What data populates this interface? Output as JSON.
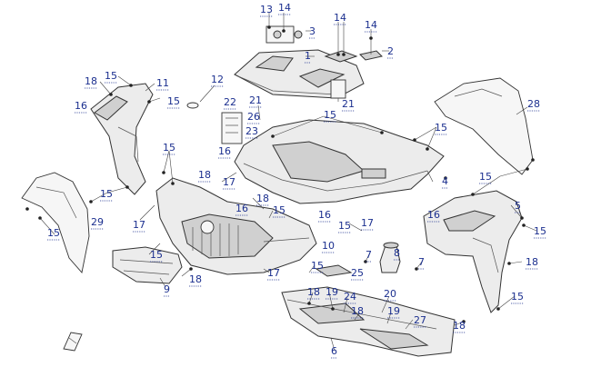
{
  "diagram": {
    "type": "exploded-parts-diagram",
    "colors": {
      "callout": "#1b2f8f",
      "line": "#333333",
      "fill": "#ececec"
    },
    "callouts": [
      {
        "id": "c13",
        "label": "13"
      },
      {
        "id": "c14a",
        "label": "14"
      },
      {
        "id": "c3",
        "label": "3"
      },
      {
        "id": "c14b",
        "label": "14"
      },
      {
        "id": "c14c",
        "label": "14"
      },
      {
        "id": "c2",
        "label": "2"
      },
      {
        "id": "c1",
        "label": "1"
      },
      {
        "id": "c12",
        "label": "12"
      },
      {
        "id": "c18a",
        "label": "18"
      },
      {
        "id": "c15a",
        "label": "15"
      },
      {
        "id": "c11",
        "label": "11"
      },
      {
        "id": "c16a",
        "label": "16"
      },
      {
        "id": "c15b",
        "label": "15"
      },
      {
        "id": "c22",
        "label": "22"
      },
      {
        "id": "c21a",
        "label": "21"
      },
      {
        "id": "c21b",
        "label": "21"
      },
      {
        "id": "c26",
        "label": "26"
      },
      {
        "id": "c15c",
        "label": "15"
      },
      {
        "id": "c28",
        "label": "28"
      },
      {
        "id": "c23",
        "label": "23"
      },
      {
        "id": "c15d",
        "label": "15"
      },
      {
        "id": "c16b",
        "label": "16"
      },
      {
        "id": "c15e",
        "label": "15"
      },
      {
        "id": "c4",
        "label": "4"
      },
      {
        "id": "c17a",
        "label": "17"
      },
      {
        "id": "c18b",
        "label": "18"
      },
      {
        "id": "c15f",
        "label": "15"
      },
      {
        "id": "c15g",
        "label": "15"
      },
      {
        "id": "c5",
        "label": "5"
      },
      {
        "id": "c18c",
        "label": "18"
      },
      {
        "id": "c16c",
        "label": "16"
      },
      {
        "id": "c15h",
        "label": "15"
      },
      {
        "id": "c16d",
        "label": "16"
      },
      {
        "id": "c15i",
        "label": "15"
      },
      {
        "id": "c17b",
        "label": "17"
      },
      {
        "id": "c16e",
        "label": "16"
      },
      {
        "id": "c29",
        "label": "29"
      },
      {
        "id": "c15j",
        "label": "15"
      },
      {
        "id": "c17c",
        "label": "17"
      },
      {
        "id": "c15k",
        "label": "15"
      },
      {
        "id": "c15l",
        "label": "15"
      },
      {
        "id": "c18d",
        "label": "18"
      },
      {
        "id": "c10",
        "label": "10"
      },
      {
        "id": "c7a",
        "label": "7"
      },
      {
        "id": "c8",
        "label": "8"
      },
      {
        "id": "c7b",
        "label": "7"
      },
      {
        "id": "c18e",
        "label": "18"
      },
      {
        "id": "c15m",
        "label": "15"
      },
      {
        "id": "c25",
        "label": "25"
      },
      {
        "id": "c17d",
        "label": "17"
      },
      {
        "id": "c18f",
        "label": "18"
      },
      {
        "id": "c9",
        "label": "9"
      },
      {
        "id": "c18g",
        "label": "18"
      },
      {
        "id": "c19a",
        "label": "19"
      },
      {
        "id": "c24",
        "label": "24"
      },
      {
        "id": "c20",
        "label": "20"
      },
      {
        "id": "c15n",
        "label": "15"
      },
      {
        "id": "c18h",
        "label": "18"
      },
      {
        "id": "c19b",
        "label": "19"
      },
      {
        "id": "c27",
        "label": "27"
      },
      {
        "id": "c18i",
        "label": "18"
      },
      {
        "id": "c6",
        "label": "6"
      }
    ]
  }
}
